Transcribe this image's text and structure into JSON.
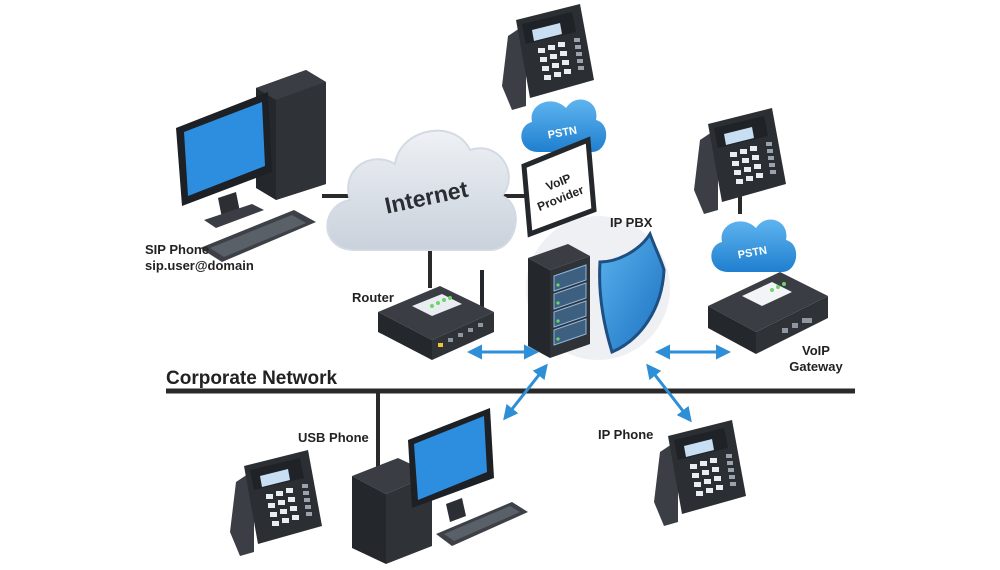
{
  "labels": {
    "sip_phone_line1": "SIP Phone",
    "sip_phone_line2": "sip.user@domain",
    "internet": "Internet",
    "pstn_top": "PSTN",
    "pstn_right": "PSTN",
    "voip_provider_line1": "VoIP",
    "voip_provider_line2": "Provider",
    "ip_pbx": "IP PBX",
    "router": "Router",
    "voip_gateway_line1": "VoIP",
    "voip_gateway_line2": "Gateway",
    "corporate_network": "Corporate Network",
    "usb_phone": "USB Phone",
    "ip_phone": "IP Phone"
  },
  "colors": {
    "blue": "#2f8fd6",
    "screen": "#2d8ee0",
    "device_dark": "#2b2e33",
    "cloud": "#dfe4ea",
    "line": "#2a2a2a",
    "arrow": "#2f8fd6"
  },
  "icons": [
    "desktop-computer-icon",
    "cloud-icon",
    "desk-phone-icon",
    "server-rack-icon",
    "shield-icon",
    "router-icon",
    "gateway-icon"
  ]
}
